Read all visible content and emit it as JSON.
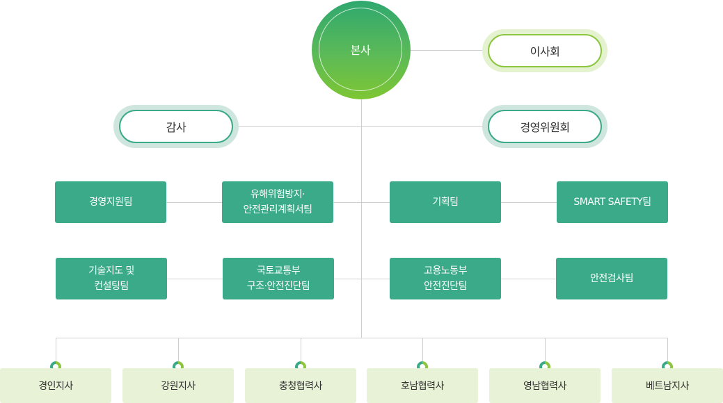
{
  "headquarters": {
    "label": "본사"
  },
  "board": {
    "label": "이사회"
  },
  "audit": {
    "label": "감사"
  },
  "management_committee": {
    "label": "경영위원회"
  },
  "teams_row1": [
    {
      "label": "경영지원팀"
    },
    {
      "line1": "유해위험방지·",
      "line2": "안전관리계획서팀"
    },
    {
      "label": "기획팀"
    },
    {
      "label": "SMART SAFETY팀"
    }
  ],
  "teams_row2": [
    {
      "line1": "기술지도 및",
      "line2": "컨설팅팀"
    },
    {
      "line1": "국토교통부",
      "line2": "구조·안전진단팀"
    },
    {
      "line1": "고용노동부",
      "line2": "안전진단팀"
    },
    {
      "label": "안전검사팀"
    }
  ],
  "branches": [
    {
      "label": "경인지사"
    },
    {
      "label": "강원지사"
    },
    {
      "label": "충청협력사"
    },
    {
      "label": "호남협력사"
    },
    {
      "label": "영남협력사"
    },
    {
      "label": "베트남지사"
    }
  ],
  "colors": {
    "team_fill": "#3aaa88",
    "branch_fill": "#e7f2d6",
    "hq_gradient_top": "#2fa86f",
    "hq_gradient_bottom": "#7ec633",
    "connector": "#cfcfcf"
  }
}
